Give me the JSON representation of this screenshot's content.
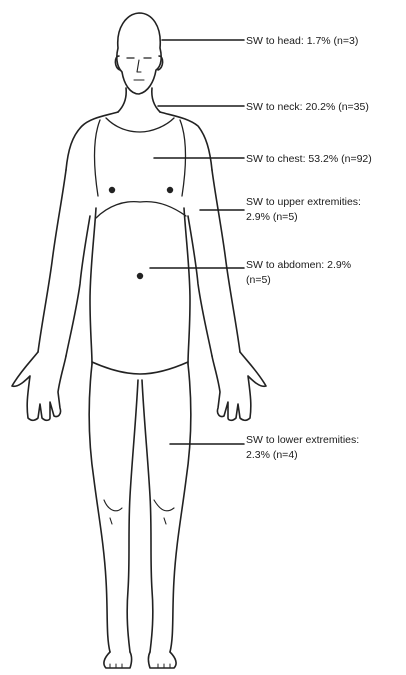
{
  "labels": {
    "head": "SW to head: 1.7% (n=3)",
    "neck": "SW to neck: 20.2% (n=35)",
    "chest": "SW to chest: 53.2% (n=92)",
    "upper_extremities": "SW to upper extremities:\n2.9% (n=5)",
    "abdomen": "SW to abdomen: 2.9%\n(n=5)",
    "lower_extremities": "SW to lower extremities:\n2.3% (n=4)"
  },
  "colors": {
    "outline": "#222222",
    "leader": "#1a1a1a"
  }
}
